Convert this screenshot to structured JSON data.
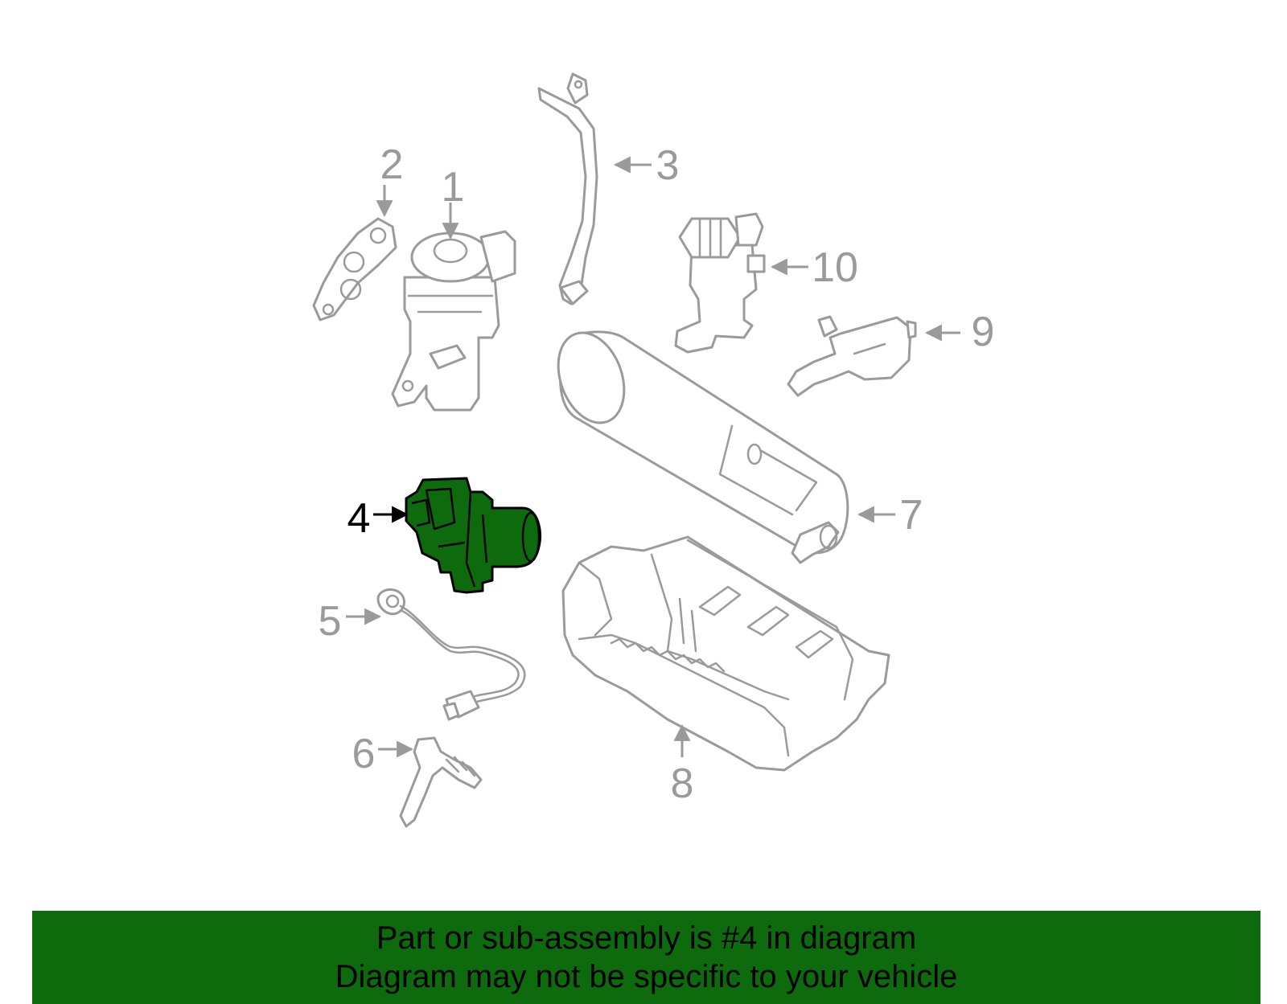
{
  "colors": {
    "line": "#9a9a9a",
    "highlight_fill": "#0d6b0d",
    "highlight_stroke": "#000000",
    "banner_bg": "#0d6b0d",
    "banner_text": "#000000"
  },
  "callouts": {
    "c1": "1",
    "c2": "2",
    "c3": "3",
    "c4": "4",
    "c5": "5",
    "c6": "6",
    "c7": "7",
    "c8": "8",
    "c9": "9",
    "c10": "10"
  },
  "highlighted_part": "4",
  "banner": {
    "line1": "Part or sub-assembly is #4 in diagram",
    "line2": "Diagram may not be specific to your vehicle"
  }
}
